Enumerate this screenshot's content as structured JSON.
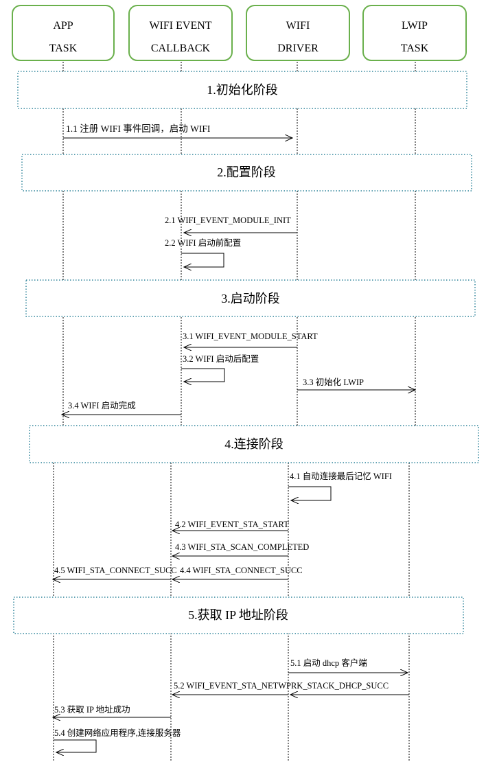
{
  "actors": [
    {
      "id": "app",
      "line1": "APP",
      "line2": "TASK"
    },
    {
      "id": "callback",
      "line1": "WIFI EVENT",
      "line2": "CALLBACK"
    },
    {
      "id": "driver",
      "line1": "WIFI",
      "line2": "DRIVER"
    },
    {
      "id": "lwip",
      "line1": "LWIP",
      "line2": "TASK"
    }
  ],
  "phases": [
    {
      "label": "1.初始化阶段"
    },
    {
      "label": "2.配置阶段"
    },
    {
      "label": "3.启动阶段"
    },
    {
      "label": "4.连接阶段"
    },
    {
      "label": "5.获取 IP 地址阶段"
    }
  ],
  "messages": [
    {
      "label": "1.1 注册 WIFI 事件回调，启动 WIFI"
    },
    {
      "label": "2.1  WIFI_EVENT_MODULE_INIT"
    },
    {
      "label": "2.2 WIFI 启动前配置"
    },
    {
      "label": "3.1  WIFI_EVENT_MODULE_START"
    },
    {
      "label": "3.2  WIFI 启动后配置"
    },
    {
      "label": "3.3  初始化 LWIP"
    },
    {
      "label": "3.4  WIFI 启动完成"
    },
    {
      "label": "4.1 自动连接最后记忆 WIFI"
    },
    {
      "label": "4.2  WIFI_EVENT_STA_START"
    },
    {
      "label": "4.3  WIFI_STA_SCAN_COMPLETED"
    },
    {
      "label": "4.5  WIFI_STA_CONNECT_SUCC"
    },
    {
      "label": "4.4  WIFI_STA_CONNECT_SUCC"
    },
    {
      "label": "5.1  启动 dhcp  客户端"
    },
    {
      "label": "5.2  WIFI_EVENT_STA_NETWPRK_STACK_DHCP_SUCC"
    },
    {
      "label": "5.3  获取 IP 地址成功"
    },
    {
      "label": "5.4  创建网络应用程序,连接服务器"
    }
  ]
}
